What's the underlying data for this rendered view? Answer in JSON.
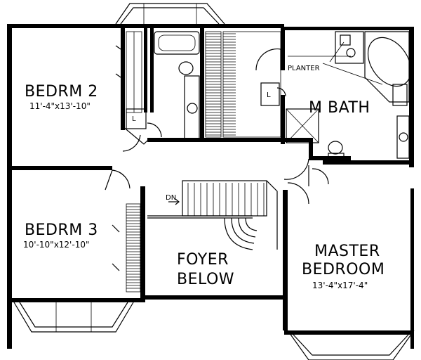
{
  "labels": {
    "bedroom2_name": "BEDRM 2",
    "bedroom2_size": "11'-4\"x13'-10\"",
    "bedroom3_name": "BEDRM 3",
    "bedroom3_size": "10'-10\"x12'-10\"",
    "master_bath": "M BATH",
    "planter": "PLANTER",
    "foyer_line1": "FOYER",
    "foyer_line2": "BELOW",
    "master_line1": "MASTER",
    "master_line2": "BEDROOM",
    "master_size": "13'-4\"x17'-4\"",
    "stair_dn": "DN",
    "linen_mark_upper": "L",
    "linen_mark_bath": "L"
  }
}
